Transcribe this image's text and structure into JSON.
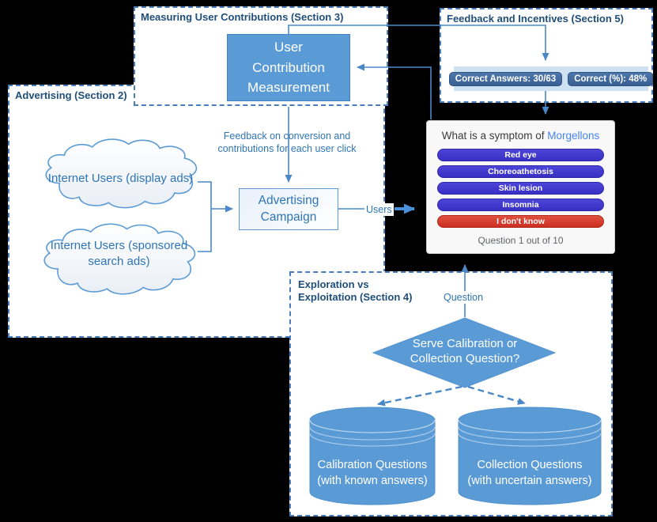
{
  "colors": {
    "background": "#000000",
    "dashed_border": "#4a7ebb",
    "shape_blue": "#5b9bd5",
    "connector_blue": "#4a87c7",
    "diagram_text_blue": "#2e75b6",
    "section_title_navy": "#1f4e79",
    "quiz_button_blue": "#3c34cb",
    "quiz_button_red": "#d83a2b",
    "badge_blue": "#3e689c",
    "strip_light_blue": "#cfe2f3",
    "quiz_term_blue": "#4584f0"
  },
  "sections": {
    "measuring": {
      "title": "Measuring User Contributions (Section 3)"
    },
    "advertising": {
      "title": "Advertising (Section 2)"
    },
    "feedback": {
      "title": "Feedback and Incentives (Section 5)"
    },
    "exploration": {
      "title": "Exploration vs\nExploitation (Section 4)"
    }
  },
  "nodes": {
    "ucm": {
      "label": "User\nContribution\nMeasurement"
    },
    "cloud_display": {
      "label": "Internet Users (display ads)"
    },
    "cloud_search": {
      "label": "Internet Users (sponsored\nsearch ads)"
    },
    "campaign": {
      "label": "Advertising\nCampaign"
    },
    "decision": {
      "label": "Serve Calibration or\nCollection Question?"
    },
    "calibration_db": {
      "label": "Calibration Questions\n(with known answers)"
    },
    "collection_db": {
      "label": "Collection Questions\n(with uncertain answers)"
    }
  },
  "edges": {
    "feedback_note": "Feedback on conversion and\ncontributions for each user click",
    "users_label": "Users",
    "question_label": "Question"
  },
  "incentives": {
    "correct_answers": "Correct Answers: 30/63",
    "correct_pct": "Correct (%): 48%"
  },
  "quiz": {
    "question_prefix": "What is a symptom of ",
    "question_term": "Morgellons",
    "answers": [
      {
        "label": "Red eye"
      },
      {
        "label": "Choreoathetosis"
      },
      {
        "label": "Skin lesion"
      },
      {
        "label": "Insomnia"
      },
      {
        "label": "I don't know"
      }
    ],
    "progress": "Question 1 out of 10"
  }
}
